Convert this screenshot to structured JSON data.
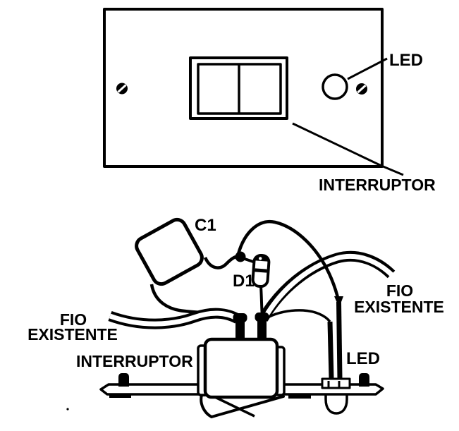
{
  "colors": {
    "ink": "#000000",
    "background": "#ffffff"
  },
  "top_view": {
    "led_label": "LED",
    "interruptor_label": "INTERRUPTOR"
  },
  "bottom_view": {
    "c1_label": "C1",
    "d1_label": "D1",
    "fio_left": {
      "line1": "FIO",
      "line2": "EXISTENTE"
    },
    "fio_right": {
      "line1": "FIO",
      "line2": "EXISTENTE"
    },
    "interruptor_label": "INTERRUPTOR",
    "led_label": "LED"
  }
}
